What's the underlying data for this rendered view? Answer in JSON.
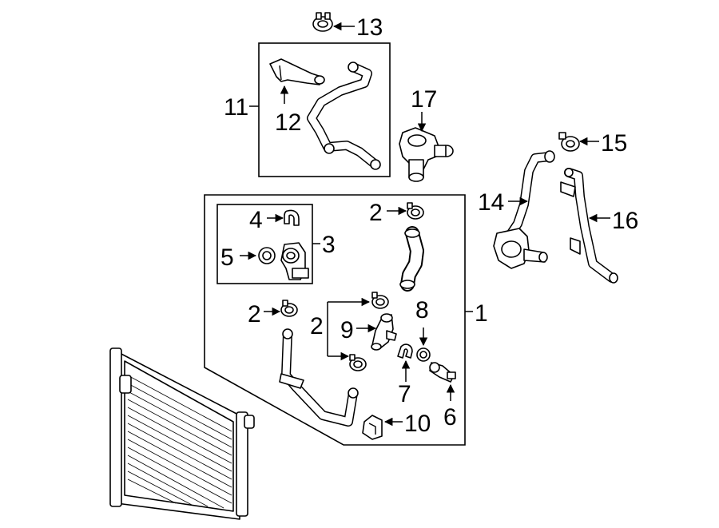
{
  "diagram": {
    "callouts": {
      "c1": "1",
      "c2a": "2",
      "c2b": "2",
      "c2c": "2",
      "c3": "3",
      "c4": "4",
      "c5": "5",
      "c6": "6",
      "c7": "7",
      "c8": "8",
      "c9": "9",
      "c10": "10",
      "c11": "11",
      "c12": "12",
      "c13": "13",
      "c14": "14",
      "c15": "15",
      "c16": "16",
      "c17": "17"
    }
  }
}
